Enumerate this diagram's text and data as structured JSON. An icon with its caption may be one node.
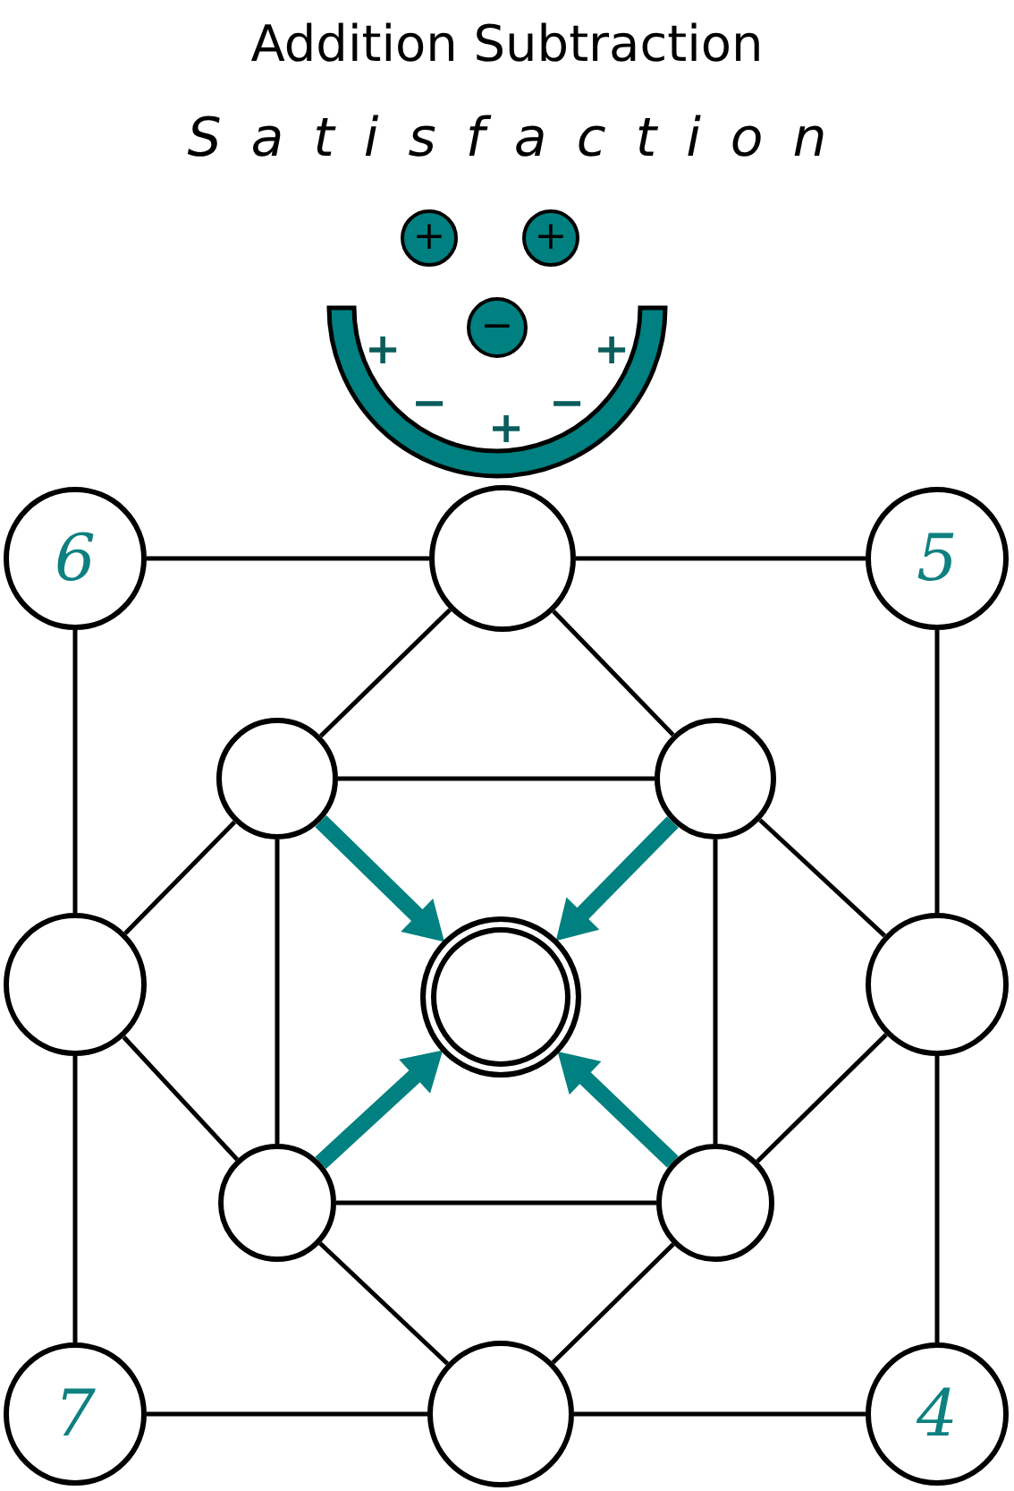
{
  "diagram": {
    "title": "Addition Subtraction",
    "nodes": [
      {
        "text": [
          "+"
        ]
      },
      {
        "text": [
          "+"
        ]
      },
      {
        "text": [
          "−"
        ]
      },
      {
        "text": [
          "6"
        ]
      },
      {
        "text": [],
        "shape": "circle"
      },
      {
        "text": [
          "5"
        ]
      },
      {
        "text": [],
        "shape": "circle"
      },
      {
        "text": [],
        "shape": "circle"
      },
      {
        "text": [],
        "shape": "circle"
      },
      {
        "text": [],
        "shape": "circle"
      },
      {
        "text": [],
        "shape": "circle"
      },
      {
        "text": [],
        "shape": "circle"
      },
      {
        "text": [],
        "shape": "circle"
      },
      {
        "text": [
          "7"
        ]
      },
      {
        "text": [],
        "shape": "circle"
      },
      {
        "text": [
          "4"
        ]
      }
    ],
    "edges": [
      {
        "from": 3,
        "to": 4,
        "arrow": "none"
      },
      {
        "from": 4,
        "to": 5,
        "arrow": "none"
      },
      {
        "from": 5,
        "to": 10,
        "arrow": "none"
      },
      {
        "from": 10,
        "to": 15,
        "arrow": "none"
      },
      {
        "from": 15,
        "to": 14,
        "arrow": "none"
      },
      {
        "from": 14,
        "to": 13,
        "arrow": "none"
      },
      {
        "from": 13,
        "to": 8,
        "arrow": "none"
      },
      {
        "from": 8,
        "to": 3,
        "arrow": "none"
      },
      {
        "from": 4,
        "to": 6,
        "arrow": "none"
      },
      {
        "from": 4,
        "to": 7,
        "arrow": "none"
      },
      {
        "from": 6,
        "to": 7,
        "arrow": "none"
      },
      {
        "from": 6,
        "to": 8,
        "arrow": "none"
      },
      {
        "from": 7,
        "to": 10,
        "arrow": "none"
      },
      {
        "from": 6,
        "to": 11,
        "arrow": "none"
      },
      {
        "from": 7,
        "to": 12,
        "arrow": "none"
      },
      {
        "from": 8,
        "to": 11,
        "arrow": "none"
      },
      {
        "from": 10,
        "to": 12,
        "arrow": "none"
      },
      {
        "from": 11,
        "to": 12,
        "arrow": "none"
      },
      {
        "from": 11,
        "to": 14,
        "arrow": "none"
      },
      {
        "from": 12,
        "to": 14,
        "arrow": "none"
      },
      {
        "from": 6,
        "to": 9,
        "arrow": "to",
        "style": "thick",
        "color": "#008080"
      },
      {
        "from": 7,
        "to": 9,
        "arrow": "to",
        "style": "thick",
        "color": "#008080"
      },
      {
        "from": 11,
        "to": 9,
        "arrow": "to",
        "style": "thick",
        "color": "#008080"
      },
      {
        "from": 12,
        "to": 9,
        "arrow": "to",
        "style": "thick",
        "color": "#008080"
      }
    ],
    "labels": [
      "Satisfaction",
      "+",
      "+",
      "−",
      "−",
      "+"
    ]
  }
}
